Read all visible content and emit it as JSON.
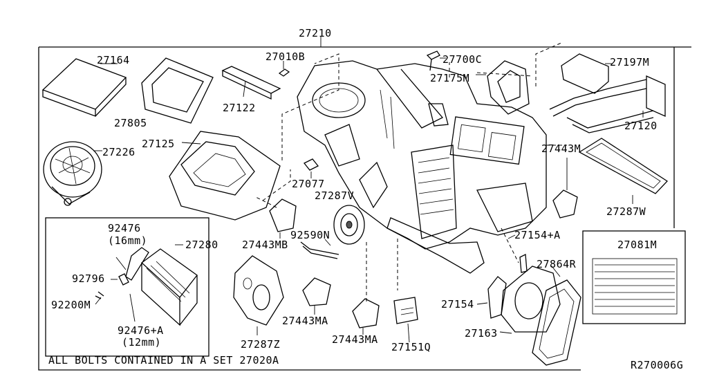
{
  "diagram_id": "R270006G",
  "assembly_number": "27210",
  "kit_note": "ALL BOLTS CONTAINED IN A SET 27020A",
  "parts": {
    "p27164": "27164",
    "p27805": "27805",
    "p27226": "27226",
    "p27125": "27125",
    "p27010B": "27010B",
    "p27122": "27122",
    "p27077": "27077",
    "p27287V": "27287V",
    "p27700C": "27700C",
    "p27175M": "27175M",
    "p27197M": "27197M",
    "p27120": "27120",
    "p27443M": "27443M",
    "p27287W": "27287W",
    "p27280": "27280",
    "p27443MB": "27443MB",
    "p92590N": "92590N",
    "p27154A": "27154+A",
    "p27081M": "27081M",
    "p27864R": "27864R",
    "p92476": "92476",
    "p92476_size": "(16mm)",
    "p92796": "92796",
    "p92200M": "92200M",
    "p92476A": "92476+A",
    "p92476A_size": "(12mm)",
    "p27287Z": "27287Z",
    "p27443MA_1": "27443MA",
    "p27443MA_2": "27443MA",
    "p27151Q": "27151Q",
    "p27154": "27154",
    "p27163": "27163"
  }
}
